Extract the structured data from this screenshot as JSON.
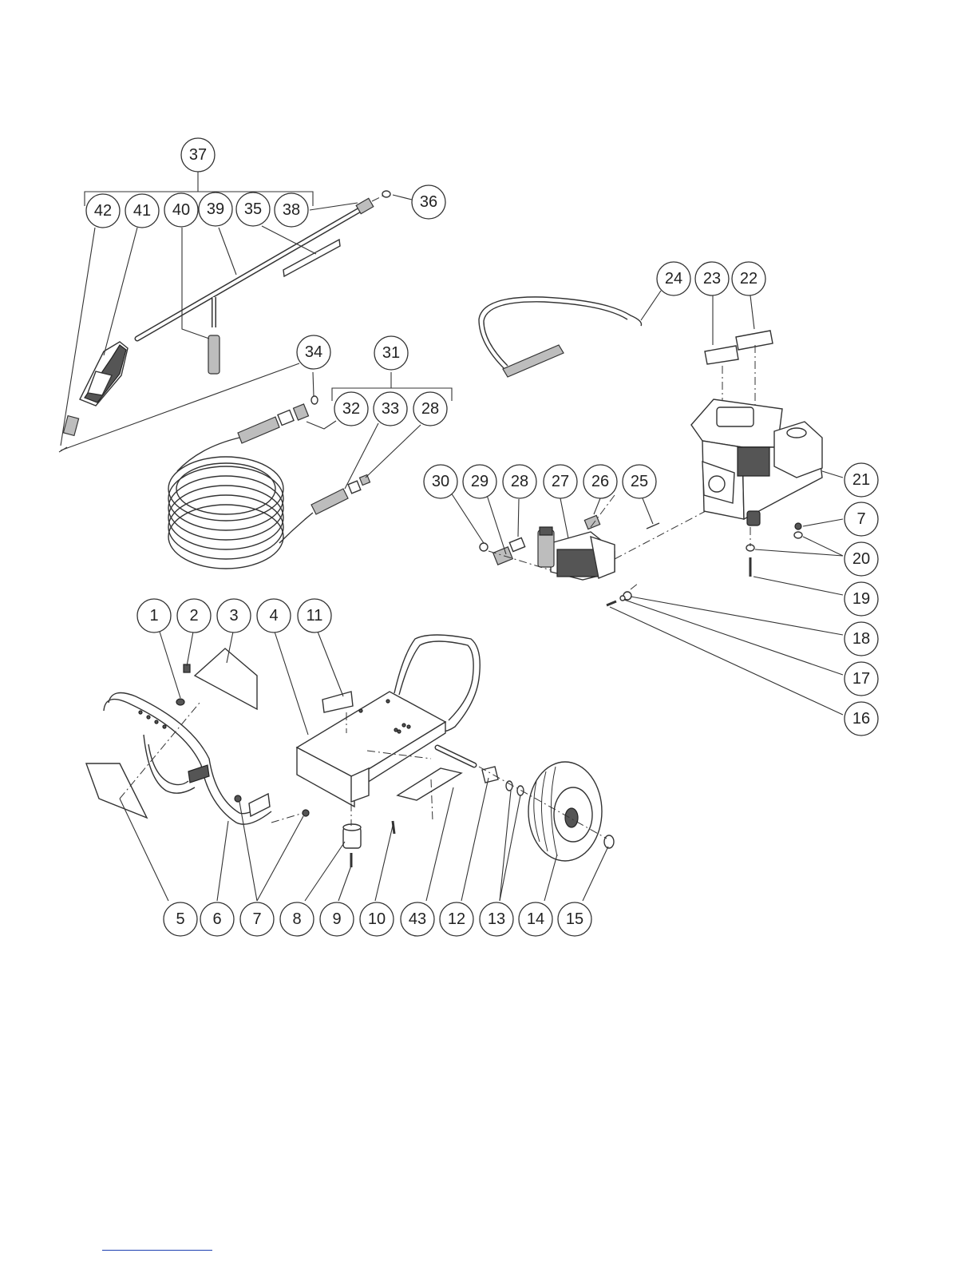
{
  "diagram": {
    "callouts": [
      {
        "id": "c37",
        "label": "37"
      },
      {
        "id": "c42",
        "label": "42"
      },
      {
        "id": "c41",
        "label": "41"
      },
      {
        "id": "c40",
        "label": "40"
      },
      {
        "id": "c39",
        "label": "39"
      },
      {
        "id": "c35",
        "label": "35"
      },
      {
        "id": "c38",
        "label": "38"
      },
      {
        "id": "c36",
        "label": "36"
      },
      {
        "id": "c34",
        "label": "34"
      },
      {
        "id": "c31",
        "label": "31"
      },
      {
        "id": "c32",
        "label": "32"
      },
      {
        "id": "c33",
        "label": "33"
      },
      {
        "id": "c28a",
        "label": "28"
      },
      {
        "id": "c24",
        "label": "24"
      },
      {
        "id": "c23",
        "label": "23"
      },
      {
        "id": "c22",
        "label": "22"
      },
      {
        "id": "c30",
        "label": "30"
      },
      {
        "id": "c29",
        "label": "29"
      },
      {
        "id": "c28b",
        "label": "28"
      },
      {
        "id": "c27",
        "label": "27"
      },
      {
        "id": "c26",
        "label": "26"
      },
      {
        "id": "c25",
        "label": "25"
      },
      {
        "id": "c21",
        "label": "21"
      },
      {
        "id": "c7a",
        "label": "7"
      },
      {
        "id": "c20",
        "label": "20"
      },
      {
        "id": "c19",
        "label": "19"
      },
      {
        "id": "c18",
        "label": "18"
      },
      {
        "id": "c17",
        "label": "17"
      },
      {
        "id": "c16",
        "label": "16"
      },
      {
        "id": "c1",
        "label": "1"
      },
      {
        "id": "c2",
        "label": "2"
      },
      {
        "id": "c3",
        "label": "3"
      },
      {
        "id": "c4",
        "label": "4"
      },
      {
        "id": "c11",
        "label": "11"
      },
      {
        "id": "c5",
        "label": "5"
      },
      {
        "id": "c6",
        "label": "6"
      },
      {
        "id": "c7b",
        "label": "7"
      },
      {
        "id": "c8",
        "label": "8"
      },
      {
        "id": "c9",
        "label": "9"
      },
      {
        "id": "c10",
        "label": "10"
      },
      {
        "id": "c43",
        "label": "43"
      },
      {
        "id": "c12",
        "label": "12"
      },
      {
        "id": "c13",
        "label": "13"
      },
      {
        "id": "c14",
        "label": "14"
      },
      {
        "id": "c15",
        "label": "15"
      }
    ]
  }
}
